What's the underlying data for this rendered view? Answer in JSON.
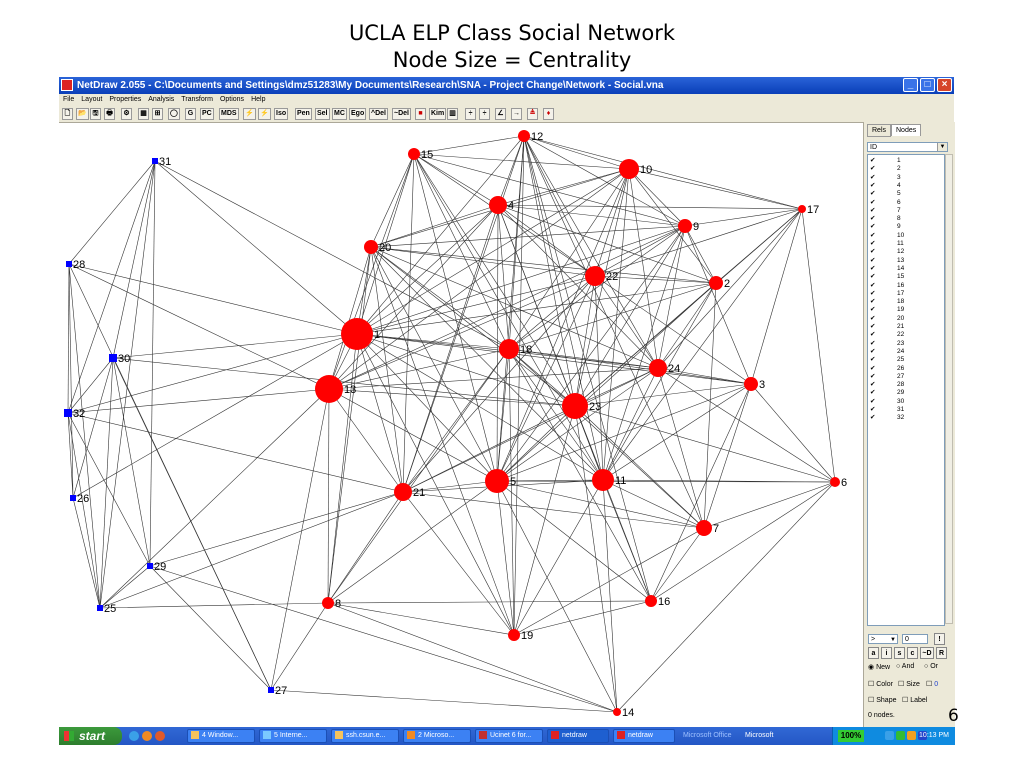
{
  "slide": {
    "title_line1": "UCLA ELP Class Social Network",
    "title_line2": "Node Size = Centrality",
    "page_number": "6"
  },
  "window": {
    "title": "NetDraw 2.055 - C:\\Documents and Settings\\dmz51283\\My Documents\\Research\\SNA - Project Change\\Network - Social.vna",
    "min_glyph": "_",
    "max_glyph": "□",
    "close_glyph": "×"
  },
  "menu": [
    "File",
    "Layout",
    "Properties",
    "Analysis",
    "Transform",
    "Options",
    "Help"
  ],
  "toolbar": [
    "🗋",
    "📂",
    "🖫",
    "🖶",
    "⚙",
    "▦",
    "⊞",
    "◯",
    "G",
    "PC",
    "MDS",
    "⚡",
    "⚡",
    "Iso",
    "Pen",
    "Sel",
    "MC",
    "Ego",
    "^Del",
    "~Del",
    "■",
    "Kim",
    "▥",
    "÷",
    "÷",
    "∠",
    "→",
    "≜",
    "♦"
  ],
  "graph": {
    "red_color": "#ff0000",
    "blue_color": "#0000ff",
    "edge_color": "#333333",
    "nodes": [
      {
        "id": "1",
        "size": 16,
        "shape": "circle"
      },
      {
        "id": "2",
        "size": 7,
        "shape": "circle"
      },
      {
        "id": "3",
        "size": 7,
        "shape": "circle"
      },
      {
        "id": "4",
        "size": 9,
        "shape": "circle"
      },
      {
        "id": "5",
        "size": 12,
        "shape": "circle"
      },
      {
        "id": "6",
        "size": 5,
        "shape": "circle"
      },
      {
        "id": "7",
        "size": 8,
        "shape": "circle"
      },
      {
        "id": "8",
        "size": 6,
        "shape": "circle"
      },
      {
        "id": "9",
        "size": 7,
        "shape": "circle"
      },
      {
        "id": "10",
        "size": 10,
        "shape": "circle"
      },
      {
        "id": "11",
        "size": 11,
        "shape": "circle"
      },
      {
        "id": "12",
        "size": 6,
        "shape": "circle"
      },
      {
        "id": "13",
        "size": 14,
        "shape": "circle"
      },
      {
        "id": "14",
        "size": 4,
        "shape": "circle"
      },
      {
        "id": "15",
        "size": 6,
        "shape": "circle"
      },
      {
        "id": "16",
        "size": 6,
        "shape": "circle"
      },
      {
        "id": "17",
        "size": 4,
        "shape": "circle"
      },
      {
        "id": "18",
        "size": 10,
        "shape": "circle"
      },
      {
        "id": "19",
        "size": 6,
        "shape": "circle"
      },
      {
        "id": "20",
        "size": 7,
        "shape": "circle"
      },
      {
        "id": "21",
        "size": 9,
        "shape": "circle"
      },
      {
        "id": "22",
        "size": 10,
        "shape": "circle"
      },
      {
        "id": "23",
        "size": 13,
        "shape": "circle"
      },
      {
        "id": "24",
        "size": 9,
        "shape": "circle"
      },
      {
        "id": "25",
        "size": 3,
        "shape": "square"
      },
      {
        "id": "26",
        "size": 3,
        "shape": "square"
      },
      {
        "id": "27",
        "size": 3,
        "shape": "square"
      },
      {
        "id": "28",
        "size": 3,
        "shape": "square"
      },
      {
        "id": "29",
        "size": 3,
        "shape": "square"
      },
      {
        "id": "30",
        "size": 4,
        "shape": "square"
      },
      {
        "id": "31",
        "size": 3,
        "shape": "square"
      },
      {
        "id": "32",
        "size": 4,
        "shape": "square"
      }
    ]
  },
  "panel": {
    "tab_rels": "Rels",
    "tab_nodes": "Nodes",
    "select_value": "ID",
    "checkmark": "✔",
    "node_list": [
      "1",
      "2",
      "3",
      "4",
      "5",
      "6",
      "7",
      "8",
      "9",
      "10",
      "11",
      "12",
      "13",
      "14",
      "15",
      "16",
      "17",
      "18",
      "19",
      "20",
      "21",
      "22",
      "23",
      "24",
      "25",
      "26",
      "27",
      "28",
      "29",
      "30",
      "31",
      "32"
    ],
    "operator": ">",
    "threshold": "0",
    "bang": "!",
    "buttons": [
      "a",
      "i",
      "s",
      "c",
      "~D",
      "R"
    ],
    "radio_new": "New",
    "radio_and": "And",
    "radio_or": "Or",
    "check_color": "Color",
    "check_size": "Size",
    "size_value": "0",
    "check_shape": "Shape",
    "check_label": "Label",
    "status": "0 nodes."
  },
  "taskbar": {
    "start": "start",
    "tasks": [
      "4 Window...",
      "5 Interne...",
      "ssh.csun.e...",
      "2 Microso...",
      "Ucinet 6 for...",
      "netdraw",
      "netdraw",
      "Microsoft Office",
      "Microsoft"
    ],
    "percent": "100%",
    "clock": "10:13 PM"
  }
}
